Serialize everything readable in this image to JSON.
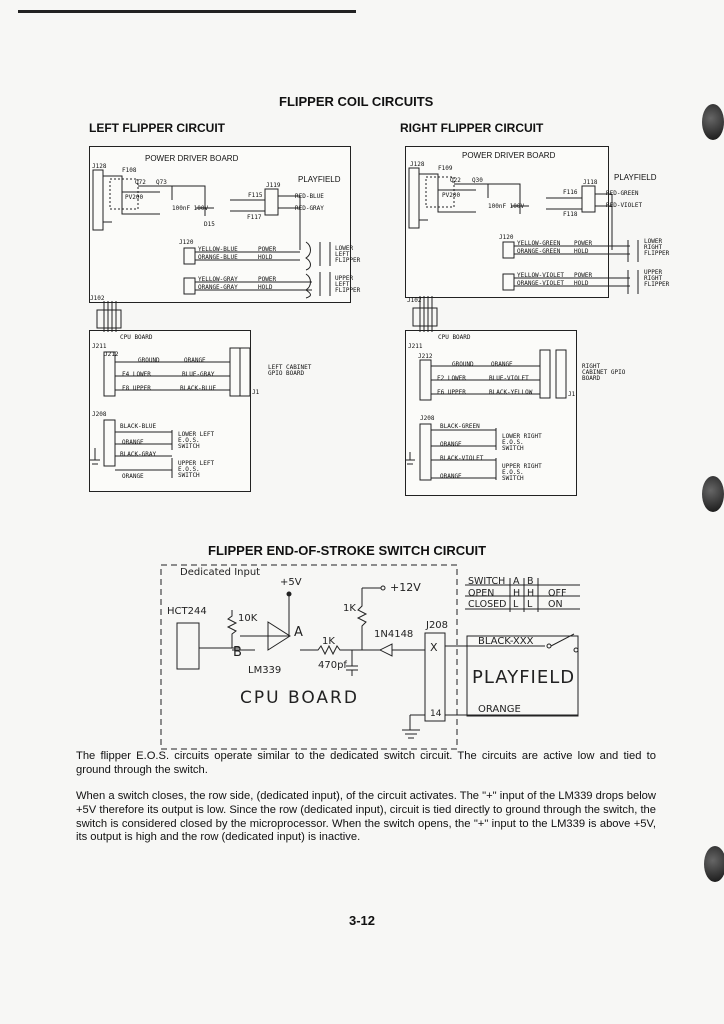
{
  "page_title": "FLIPPER COIL CIRCUITS",
  "left": {
    "heading": "LEFT FLIPPER CIRCUIT",
    "board": "POWER DRIVER BOARD",
    "playfield": "PLAYFIELD",
    "j128": "J128",
    "f108": "F108",
    "q72": "Q72",
    "q73": "Q73",
    "v_out": "PV200",
    "caps": "100nF 100V",
    "d15": "D15",
    "j119": "J119",
    "f115": "F115",
    "f117": "F117",
    "wire_red_blue": "RED-BLUE",
    "wire_red_gray": "RED-GRAY",
    "j120": "J120",
    "wire_yb": "YELLOW-BLUE",
    "wire_ob": "ORANGE-BLUE",
    "wire_yg": "YELLOW-GRAY",
    "wire_og": "ORANGE-GRAY",
    "power": "POWER",
    "hold": "HOLD",
    "coil_lower": "LOWER LEFT FLIPPER",
    "coil_upper": "UPPER LEFT FLIPPER",
    "j102": "J102",
    "cpu": "CPU BOARD",
    "j211": "J211",
    "j212": "J212",
    "ground": "GROUND",
    "f4_lower": "F4 LOWER",
    "f8_upper": "F8 UPPER",
    "orange": "ORANGE",
    "blue_gray": "BLUE-GRAY",
    "black_blue": "BLACK-BLUE",
    "cabinet": "LEFT CABINET GPIO BOARD",
    "j1": "J1",
    "j208": "J208",
    "eos_lower": "LOWER LEFT E.O.S. SWITCH",
    "eos_upper": "UPPER LEFT E.O.S. SWITCH",
    "black_gray": "BLACK-GRAY"
  },
  "right": {
    "heading": "RIGHT FLIPPER CIRCUIT",
    "board": "POWER DRIVER BOARD",
    "playfield": "PLAYFIELD",
    "j128": "J128",
    "f109": "F109",
    "q22": "Q22",
    "q30": "Q30",
    "v_out": "PV200",
    "caps": "100nF 100V",
    "j118": "J118",
    "f116": "F116",
    "f118": "F118",
    "wire_rg": "RED-GREEN",
    "wire_rv": "RED-VIOLET",
    "j120": "J120",
    "wire_yg": "YELLOW-GREEN",
    "wire_og": "ORANGE-GREEN",
    "wire_yv": "YELLOW-VIOLET",
    "wire_ov": "ORANGE-VIOLET",
    "power": "POWER",
    "hold": "HOLD",
    "coil_lower": "LOWER RIGHT FLIPPER",
    "coil_upper": "UPPER RIGHT FLIPPER",
    "j102": "J102",
    "cpu": "CPU BOARD",
    "j211": "J211",
    "j212": "J212",
    "ground": "GROUND",
    "f2_lower": "F2 LOWER",
    "f6_upper": "F6 UPPER",
    "orange": "ORANGE",
    "blue_violet": "BLUE-VIOLET",
    "black_yellow": "BLACK-YELLOW",
    "cabinet": "RIGHT CABINET GPIO BOARD",
    "j1": "J1",
    "j208": "J208",
    "black_green": "BLACK-GREEN",
    "black_violet": "BLACK-VIOLET",
    "eos_lower": "LOWER RIGHT E.O.S. SWITCH",
    "eos_upper": "UPPER RIGHT E.O.S. SWITCH"
  },
  "eos": {
    "heading": "FLIPPER END-OF-STROKE SWITCH CIRCUIT",
    "dedicated_input": "Dedicated Input",
    "plus5": "+5V",
    "plus12": "+12V",
    "hct244": "HCT244",
    "r10k": "10K",
    "r1k_a": "1K",
    "r1k_b": "1K",
    "diode": "1N4148",
    "j208": "J208",
    "pin_a": "A",
    "pin_b": "B",
    "lm339": "LM339",
    "cap": "470pf",
    "cpu_board": "CPU BOARD",
    "x": "X",
    "pin14": "14",
    "black": "BLACK-XXX",
    "playfield": "PLAYFIELD",
    "orange": "ORANGE",
    "table": {
      "header": [
        "SWITCH",
        "A",
        "B"
      ],
      "rows": [
        [
          "OPEN",
          "H",
          "H",
          "OFF"
        ],
        [
          "CLOSED",
          "L",
          "L",
          "ON"
        ]
      ]
    }
  },
  "paragraphs": [
    "The flipper E.O.S. circuits operate similar to the dedicated switch circuit.  The circuits are active low and tied to ground through the switch.",
    "When a switch closes, the row side, (dedicated input), of the circuit activates.  The \"+\" input of the LM339 drops below +5V therefore its output is low.  Since the row (dedicated input), circuit is tied directly to ground through the switch, the switch is considered closed by the microprocessor.  When the switch opens, the \"+\" input to the LM339 is above +5V, its output is high and the row (dedicated input) is inactive."
  ],
  "page_number": "3-12"
}
